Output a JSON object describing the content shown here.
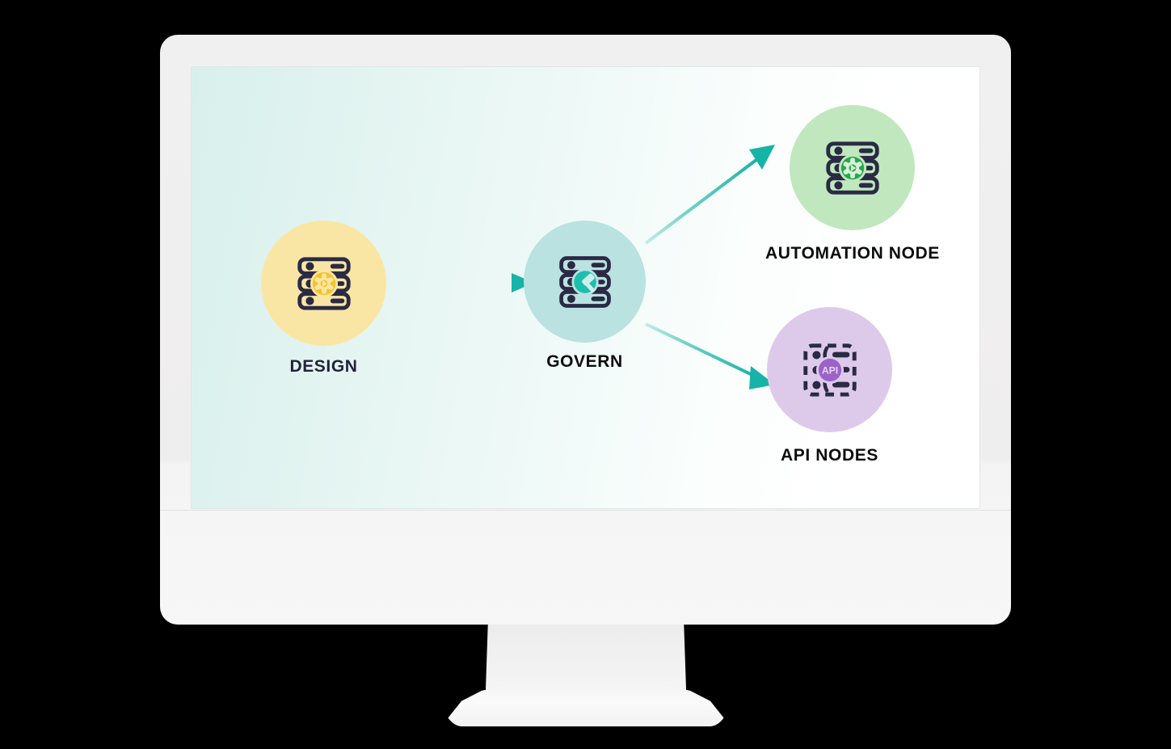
{
  "device": {
    "type": "desktop-monitor",
    "camera_icon": "camera-dot-icon"
  },
  "diagram": {
    "title": "",
    "background_gradient": [
      "#d8f0ec",
      "#ffffff"
    ],
    "nodes": [
      {
        "id": "design",
        "label": "DESIGN",
        "circle_color": "#fae6a4",
        "badge_color": "#f5c324",
        "icon": "server-rack-gear-icon",
        "label_color": "#22243a"
      },
      {
        "id": "govern",
        "label": "GOVERN",
        "circle_color": "#b9e2e0",
        "badge_color": "#1cbfae",
        "icon": "server-rack-gavel-icon",
        "label_color": "#0d0d0d"
      },
      {
        "id": "automation",
        "label": "AUTOMATION NODE",
        "circle_color": "#c1e7bf",
        "badge_color": "#22a84f",
        "icon": "server-rack-gear-icon",
        "label_color": "#0d0d0d"
      },
      {
        "id": "api",
        "label": "API NODES",
        "circle_color": "#ddcaeb",
        "badge_color": "#9b63c9",
        "badge_text": "API",
        "icon": "dashed-server-api-icon",
        "label_color": "#0d0d0d"
      }
    ],
    "arrows": [
      {
        "id": "design-to-govern",
        "from": "design",
        "to": "govern",
        "color": "#16b3a6",
        "direction": "right"
      },
      {
        "id": "govern-to-automation",
        "from": "govern",
        "to": "automation",
        "color": "#16b3a6",
        "direction": "up-right"
      },
      {
        "id": "govern-to-api",
        "from": "govern",
        "to": "api",
        "color": "#16b3a6",
        "direction": "down-right"
      }
    ],
    "icon_stroke_color": "#2a2a44"
  }
}
